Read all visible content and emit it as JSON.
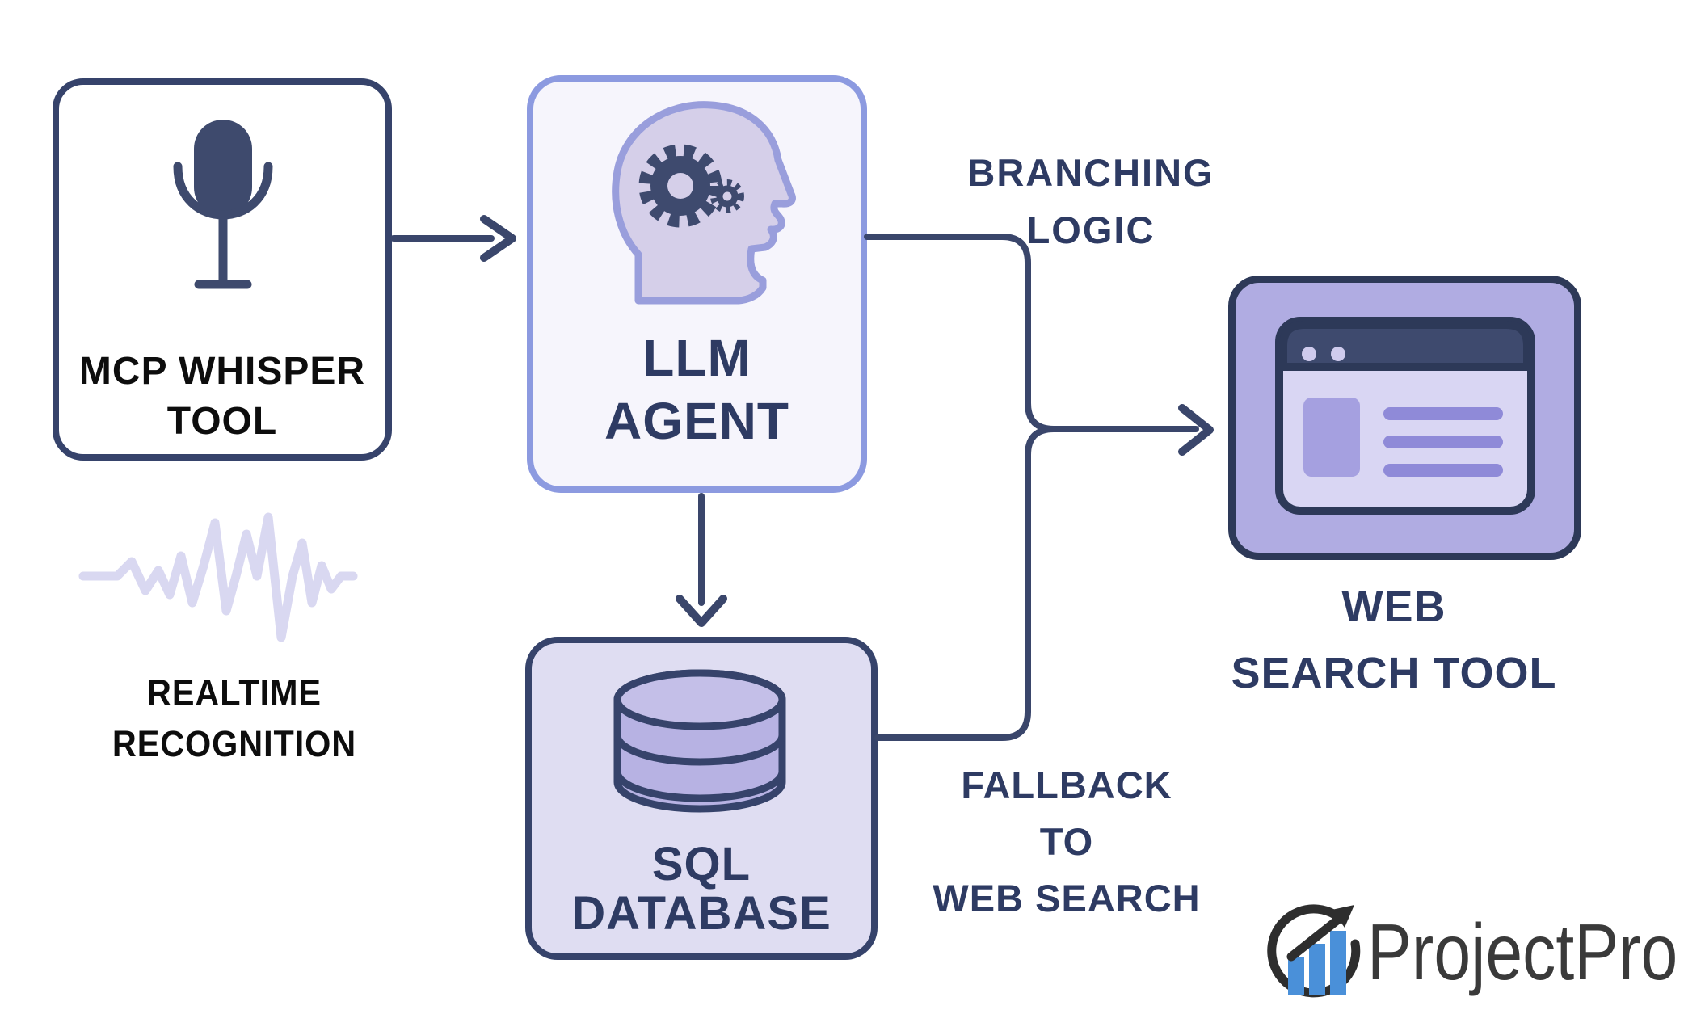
{
  "title": "Voice agent tool-routing architecture diagram",
  "colors": {
    "background": "#FFFFFF",
    "navy_stroke": "#3A466B",
    "navy_text": "#2E3B63",
    "black_text": "#0D0D0D",
    "llm_border": "#8C9AE0",
    "llm_fill": "#F6F5FC",
    "sql_fill": "#DFDDF2",
    "web_fill": "#B0ACE2",
    "lavender_icon": "#B7B2E3",
    "head_fill": "#D5CFE9",
    "waveform": "#D9D8F1",
    "logo_blue": "#4A90D9",
    "logo_dark": "#2E2E2E"
  },
  "nodes": {
    "mcp_whisper_tool": {
      "icon": "microphone-icon",
      "label": [
        "MCP WHISPER",
        "TOOL"
      ]
    },
    "llm_agent": {
      "icon": "head-gears-icon",
      "label": [
        "LLM",
        "AGENT"
      ]
    },
    "sql_database": {
      "icon": "database-icon",
      "label": [
        "SQL",
        "DATABASE"
      ]
    },
    "web_search_tool": {
      "icon": "browser-window-icon",
      "label": [
        "WEB",
        "SEARCH TOOL"
      ]
    }
  },
  "edges": {
    "mcp_to_llm": {
      "from": "mcp_whisper_tool",
      "to": "llm_agent"
    },
    "llm_to_sql": {
      "from": "llm_agent",
      "to": "sql_database"
    },
    "llm_to_web": {
      "from": "llm_agent",
      "to": "web_search_tool",
      "label": [
        "BRANCHING",
        "LOGIC"
      ]
    },
    "sql_to_web": {
      "from": "sql_database",
      "to": "web_search_tool",
      "label": [
        "FALLBACK",
        "TO",
        "WEB SEARCH"
      ]
    }
  },
  "annotations": {
    "realtime_recognition": {
      "icon": "waveform-icon",
      "label": [
        "REALTIME",
        "RECOGNITION"
      ]
    }
  },
  "branding": {
    "logo_icon": "growth-chart-icon",
    "logo_text": "ProjectPro"
  }
}
